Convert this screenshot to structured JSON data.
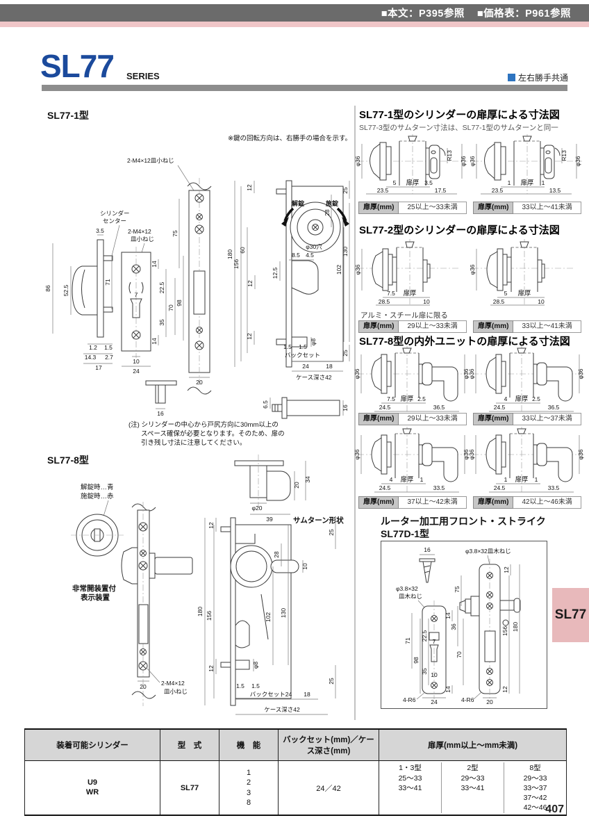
{
  "header": {
    "ref_body": "■本文：P395参照",
    "ref_price": "■価格表：P961参照"
  },
  "title": {
    "name": "SL77",
    "suffix": "SERIES",
    "handing": "左右勝手共通"
  },
  "side_tab": "SL77",
  "page_number": "407",
  "sl77_1": {
    "heading": "SL77-1型",
    "rotation_note": "※鍵の回転方向は、右勝手の場合を示す。",
    "labels": {
      "cyl_center1": "シリンダー",
      "cyl_center2": "センター",
      "screw_a": "2-M4×12皿小ねじ",
      "screw_b1": "2-M4×12",
      "screw_b2": "皿小ねじ",
      "unlock": "解錠",
      "lock": "施錠",
      "hole": "φ30穴",
      "backset": "バックセット",
      "case_depth": "ケース深さ42"
    },
    "v1": [
      "3.5",
      "86",
      "52.5",
      "1.2",
      "1.5",
      "14.3",
      "2.7",
      "17"
    ],
    "v2": [
      "71",
      "14",
      "22.5",
      "7",
      "35",
      "70",
      "98",
      "14",
      "10",
      "24"
    ],
    "v3": [
      "75",
      "20"
    ],
    "v4": [
      "12",
      "25",
      "28",
      "60",
      "156",
      "180",
      "8.5",
      "4.5",
      "12.5",
      "12",
      "130",
      "102",
      "12",
      "φ8",
      "25",
      "1.5",
      "1.5",
      "24",
      "18"
    ],
    "thumb": "16",
    "bolt": [
      "6.5",
      "16"
    ],
    "note1": "(注) シリンダーの中心から戸尻方向に30mm以上の",
    "note2": "スペース確保が必要となります。そのため、扉の",
    "note3": "引き残し寸法に注意してください。"
  },
  "sl77_8": {
    "heading": "SL77-8型",
    "thumb_label": "サムターン形状",
    "thumb_dims": [
      "20",
      "34",
      "φ20",
      "39"
    ],
    "ind1": "解錠時…青",
    "ind2": "施錠時…赤",
    "ind3": "非常開装置付",
    "ind4": "表示装置",
    "screw1": "2-M4×12",
    "screw2": "皿小ねじ",
    "mid": [
      "20"
    ],
    "case": [
      "12",
      "25",
      "28",
      "10",
      "180",
      "156",
      "130",
      "102",
      "12",
      "φ8",
      "25",
      "1.5",
      "1.5",
      "18"
    ],
    "backset": "バックセット24",
    "case_depth": "ケース深さ42"
  },
  "sec1": {
    "title": "SL77-1型のシリンダーの扉厚による寸法図",
    "subtitle": "SL77-3型のサムターン寸法は、SL77-1型のサムターンと同一",
    "fig1": {
      "dims": [
        "φ36",
        "R13",
        "φ36",
        "5",
        "扉厚",
        "3.5",
        "23.5",
        "17.5"
      ],
      "badge_label": "扉厚(mm)",
      "badge_value": "25以上〜33未満"
    },
    "fig2": {
      "dims": [
        "φ36",
        "R13",
        "φ36",
        "1",
        "扉厚",
        "1",
        "23.5",
        "13.5"
      ],
      "badge_label": "扉厚(mm)",
      "badge_value": "33以上〜41未満"
    }
  },
  "sec2": {
    "title": "SL77-2型のシリンダーの扉厚による寸法図",
    "note": "アルミ・スチール扉に限る",
    "fig1": {
      "dims": [
        "φ36",
        "7.5",
        "扉厚",
        "28.5",
        "10"
      ],
      "badge_label": "扉厚(mm)",
      "badge_value": "29以上〜33未満"
    },
    "fig2": {
      "dims": [
        "φ36",
        "5",
        "扉厚",
        "28.5",
        "10"
      ],
      "badge_label": "扉厚(mm)",
      "badge_value": "33以上〜41未満"
    }
  },
  "sec3": {
    "title": "SL77-8型の内外ユニットの扉厚による寸法図",
    "fig1": {
      "dims": [
        "φ36",
        "φ36",
        "7.5",
        "扉厚",
        "2.5",
        "24.5",
        "36.5"
      ],
      "badge_label": "扉厚(mm)",
      "badge_value": "29以上〜33未満"
    },
    "fig2": {
      "dims": [
        "φ36",
        "φ36",
        "4",
        "扉厚",
        "2.5",
        "24.5",
        "36.5"
      ],
      "badge_label": "扉厚(mm)",
      "badge_value": "33以上〜37未満"
    },
    "fig3": {
      "dims": [
        "φ36",
        "φ36",
        "4",
        "扉厚",
        "1",
        "24.5",
        "33.5"
      ],
      "badge_label": "扉厚(mm)",
      "badge_value": "37以上〜42未満"
    },
    "fig4": {
      "dims": [
        "φ36",
        "φ36",
        "1",
        "扉厚",
        "1",
        "24.5",
        "33.5"
      ],
      "badge_label": "扉厚(mm)",
      "badge_value": "42以上〜46未満"
    }
  },
  "sec4": {
    "title1": "ルーター加工用フロント・ストライク",
    "title2": "SL77D-1型",
    "screw_top": "φ3.8×32皿木ねじ",
    "screw_left1": "φ3.8×32",
    "screw_left2": "皿木ねじ",
    "strike": [
      "16",
      "71",
      "98",
      "22.5",
      "35",
      "7",
      "10",
      "14",
      "36",
      "70",
      "14",
      "4-R6",
      "24"
    ],
    "front": [
      "12",
      "75",
      "156",
      "180",
      "12",
      "4-R6",
      "20"
    ]
  },
  "table": {
    "headers": [
      "装着可能シリンダー",
      "型　式",
      "機　能",
      "バックセット(mm)／ケース深さ(mm)",
      "扉厚(mm以上〜mm未満)"
    ],
    "cylinder": [
      "U9",
      "WR"
    ],
    "model": "SL77",
    "functions": [
      "1",
      "2",
      "3",
      "8"
    ],
    "backset_case": "24／42",
    "door_groups": [
      {
        "name": "1・3型",
        "values": [
          "25〜33",
          "33〜41"
        ]
      },
      {
        "name": "2型",
        "values": [
          "29〜33",
          "33〜41"
        ]
      },
      {
        "name": "8型",
        "values": [
          "29〜33",
          "33〜37",
          "37〜42",
          "42〜46"
        ]
      }
    ]
  }
}
